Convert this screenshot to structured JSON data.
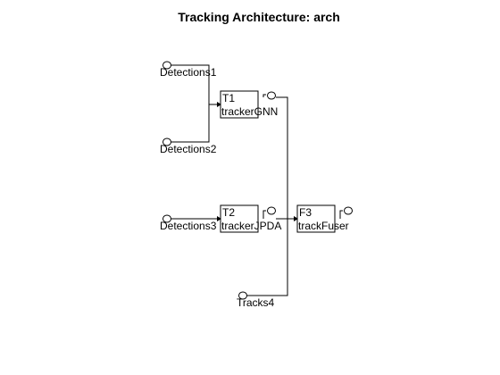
{
  "title": "Tracking Architecture: arch",
  "inputs": {
    "detections1": "Detections1",
    "detections2": "Detections2",
    "detections3": "Detections3",
    "tracks4": "Tracks4"
  },
  "blocks": {
    "t1": {
      "id": "T1",
      "name": "trackerGNN"
    },
    "t2": {
      "id": "T2",
      "name": "trackerJPDA"
    },
    "f3": {
      "id": "F3",
      "name": "trackFuser"
    }
  }
}
